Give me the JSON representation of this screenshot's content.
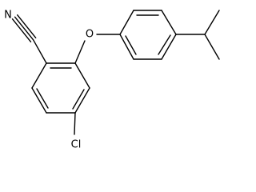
{
  "molecule": {
    "atoms": {
      "nitrile_nitrogen": "N",
      "ether_oxygen": "O",
      "chlorine": "Cl"
    },
    "colors": {
      "bond": "#000000",
      "label": "#000000",
      "background": "#ffffff"
    }
  }
}
